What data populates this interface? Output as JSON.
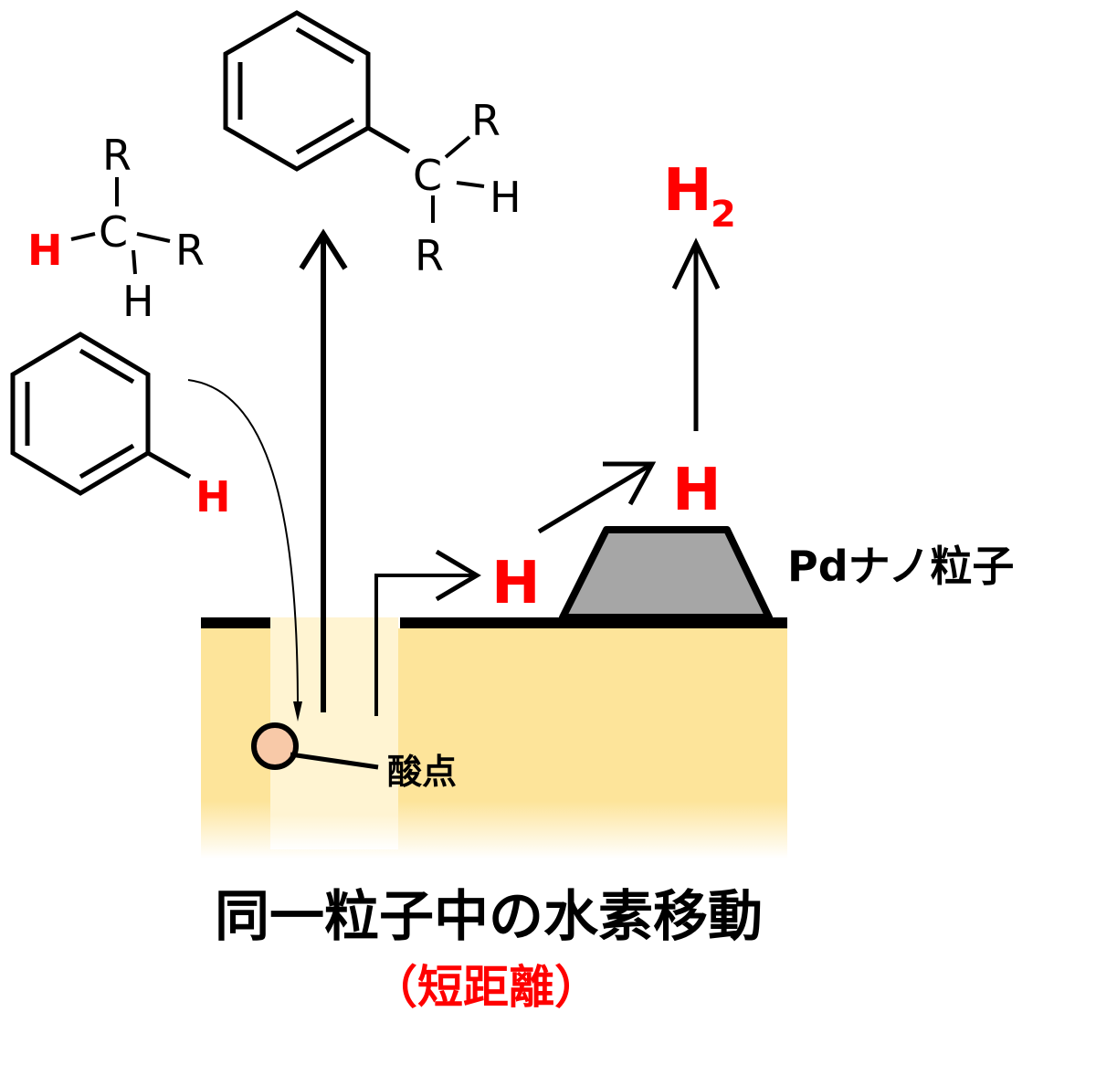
{
  "molecules": {
    "alkane": {
      "top_r": "R",
      "c": "C",
      "left_h": "H",
      "right_r": "R",
      "bottom_h": "H"
    },
    "benzylic": {
      "c": "C",
      "top_r": "R",
      "right_h": "H",
      "bottom_r": "R"
    },
    "benzene_h": "H"
  },
  "hydrogen": {
    "h_on_support": "H",
    "h_on_particle": "H",
    "h2_letter": "H",
    "h2_subscript": "2"
  },
  "labels": {
    "pd_particle": "Pdナノ粒子",
    "acid_site": "酸点"
  },
  "caption": {
    "main": "同一粒子中の水素移動",
    "sub": "（短距離）"
  },
  "colors": {
    "red": "#ff0000",
    "support": "#fde49a",
    "pore": "#fff4d2",
    "acid_site": "#f8c9a8",
    "pd_particle": "#a6a6a6"
  }
}
